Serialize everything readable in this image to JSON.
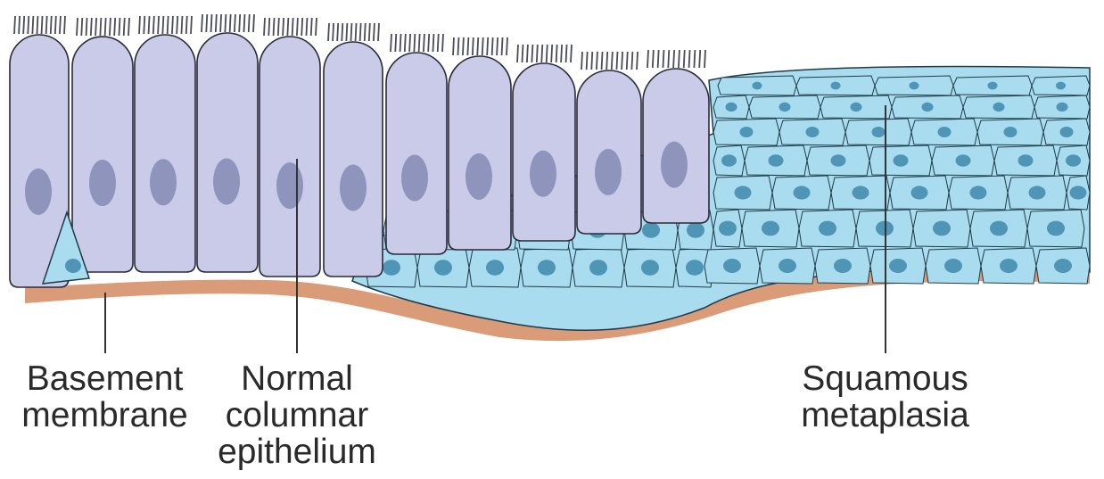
{
  "labels": {
    "basement": {
      "line1": "Basement",
      "line2": "membrane"
    },
    "normal": {
      "line1": "Normal",
      "line2": "columnar",
      "line3": "epithelium"
    },
    "squamous": {
      "line1": "Squamous",
      "line2": "metaplasia"
    }
  },
  "colors": {
    "columnar_cell": "#c9cbe8",
    "columnar_outline": "#2b2b3a",
    "nucleus_columnar": "#8e94bb",
    "squamous_cell": "#a9dcef",
    "squamous_outline": "#1f3b4a",
    "nucleus_squamous": "#4f95b5",
    "basement_membrane": "#d99b78",
    "leader_line": "#333333"
  }
}
